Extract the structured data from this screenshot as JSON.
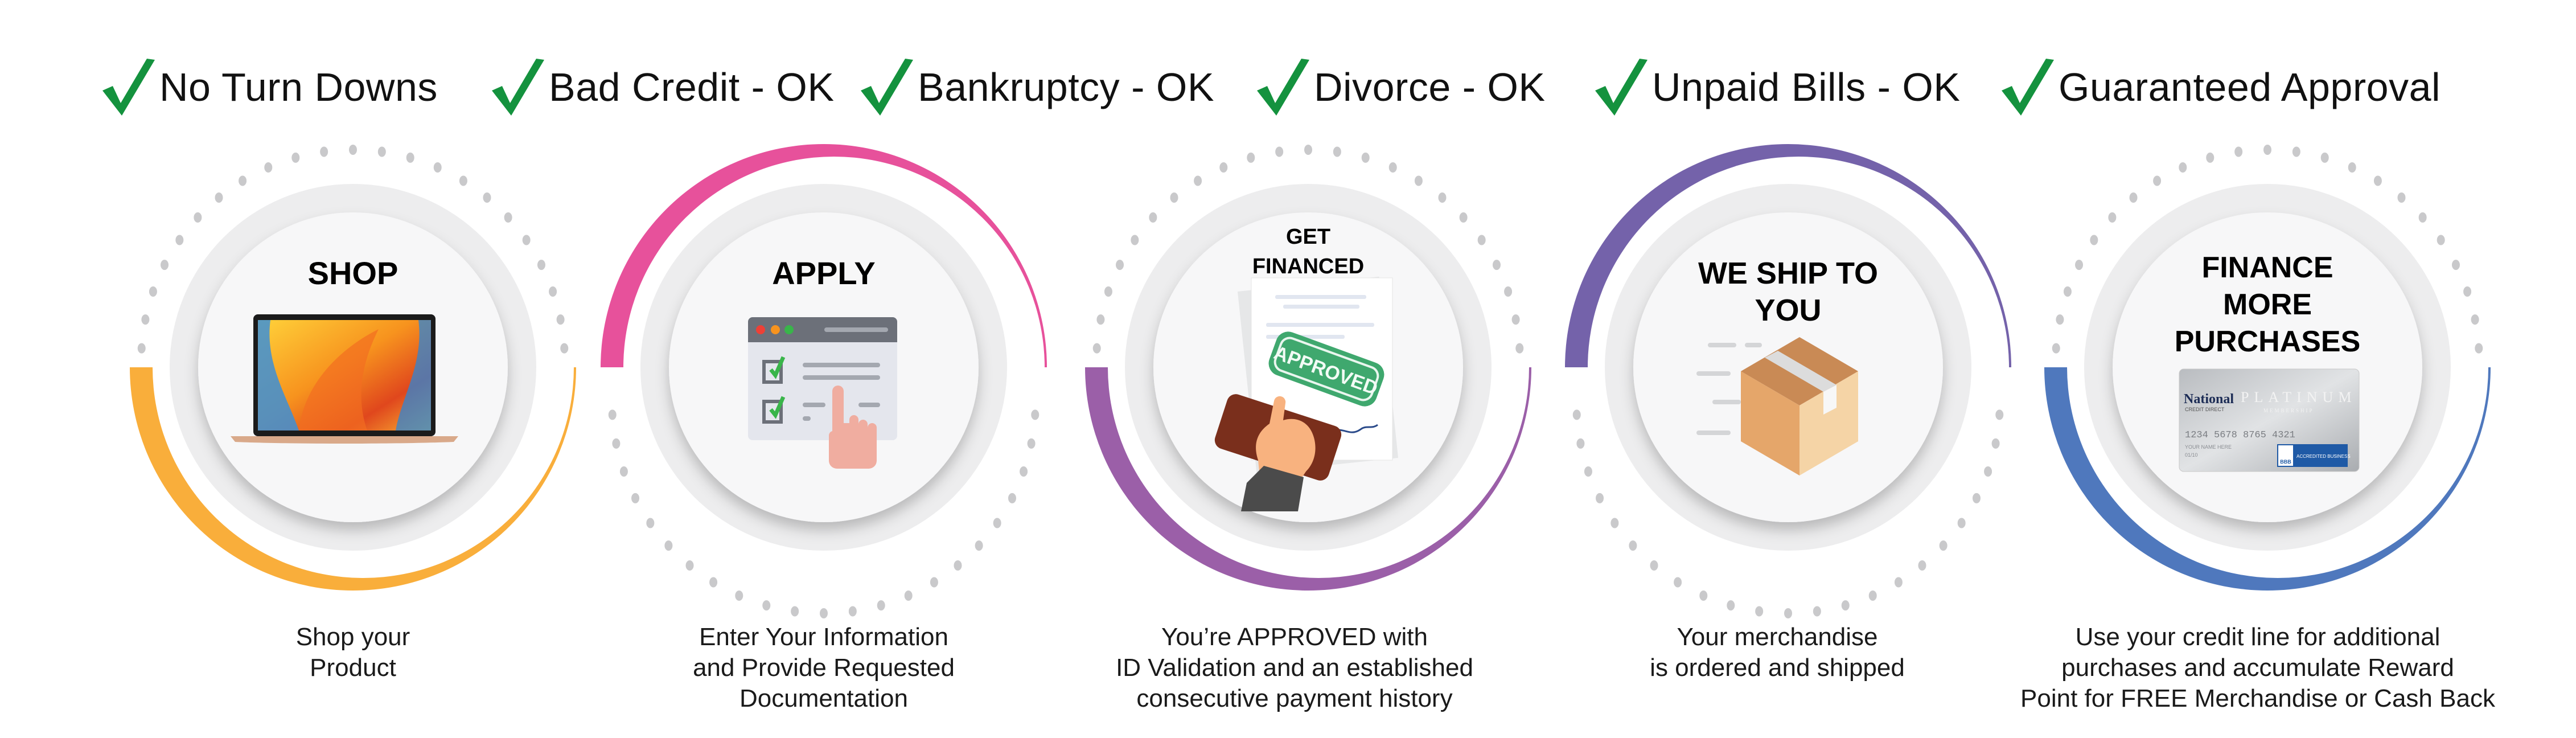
{
  "header": {
    "check_color": "#14923e",
    "items": [
      {
        "label": "No Turn Downs",
        "icon": "checkmark-icon"
      },
      {
        "label": "Bad Credit - OK",
        "icon": "checkmark-icon"
      },
      {
        "label": "Bankruptcy - OK",
        "icon": "checkmark-icon"
      },
      {
        "label": "Divorce - OK",
        "icon": "checkmark-icon"
      },
      {
        "label": "Unpaid Bills - OK",
        "icon": "checkmark-icon"
      },
      {
        "label": "Guaranteed Approval",
        "icon": "checkmark-icon"
      }
    ]
  },
  "steps": [
    {
      "title": [
        "SHOP"
      ],
      "arc_color": "#f9ae3b",
      "arc_side": "bottom",
      "illustration": "laptop-icon",
      "description": [
        "Shop your",
        "Product"
      ]
    },
    {
      "title": [
        "APPLY"
      ],
      "arc_color": "#e7519b",
      "arc_side": "top",
      "illustration": "online-form-icon",
      "description": [
        "Enter Your Information",
        "and Provide Requested",
        "Documentation"
      ]
    },
    {
      "title": [
        "GET",
        "FINANCED"
      ],
      "arc_color": "#9b5fa8",
      "arc_side": "bottom",
      "illustration": "approved-stamp-icon",
      "stamp_text": "APPROVED",
      "description": [
        "You’re APPROVED with",
        "ID Validation and an established",
        "consecutive payment history"
      ]
    },
    {
      "title": [
        "WE SHIP TO",
        "YOU"
      ],
      "arc_color": "#7462aa",
      "arc_side": "top",
      "illustration": "shipping-box-icon",
      "description": [
        "Your merchandise",
        "is ordered and shipped"
      ]
    },
    {
      "title": [
        "FINANCE",
        "MORE",
        "PURCHASES"
      ],
      "arc_color": "#4f78bd",
      "arc_side": "bottom",
      "illustration": "credit-card-icon",
      "card": {
        "brand": "National",
        "sub_brand": "CREDIT DIRECT",
        "tier": "PLATINUM",
        "tier_sub": "MEMBERSHIP",
        "number": "1234 5678 8765 4321",
        "name": "YOUR NAME HERE",
        "expiry": "01/10",
        "badge": "ACCREDITED BUSINESS",
        "badge_logo": "BBB"
      },
      "description": [
        "Use your credit line for additional",
        "purchases and accumulate Reward",
        "Point for FREE Merchandise or Cash Back"
      ]
    }
  ],
  "colors": {
    "dots": "#c9c9cb",
    "outer_disc": "#ededee",
    "inner_disc": "#f7f7f8"
  }
}
